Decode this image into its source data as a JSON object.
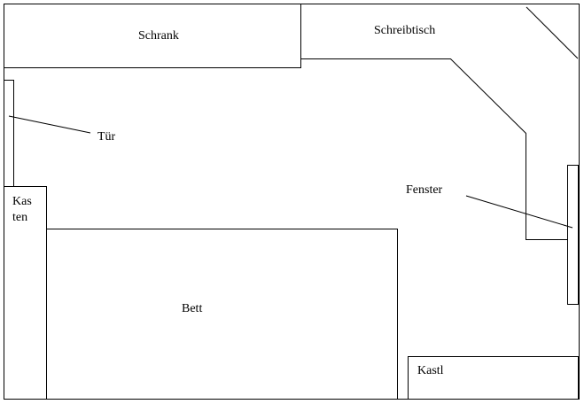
{
  "colors": {
    "line": "#000000",
    "background": "#ffffff"
  },
  "labels": {
    "schrank": "Schrank",
    "schreibtisch": "Schreibtisch",
    "tuer": "Tür",
    "fenster": "Fenster",
    "kasten_line1": "Kas",
    "kasten_line2": "ten",
    "bett": "Bett",
    "kastl": "Kastl"
  }
}
